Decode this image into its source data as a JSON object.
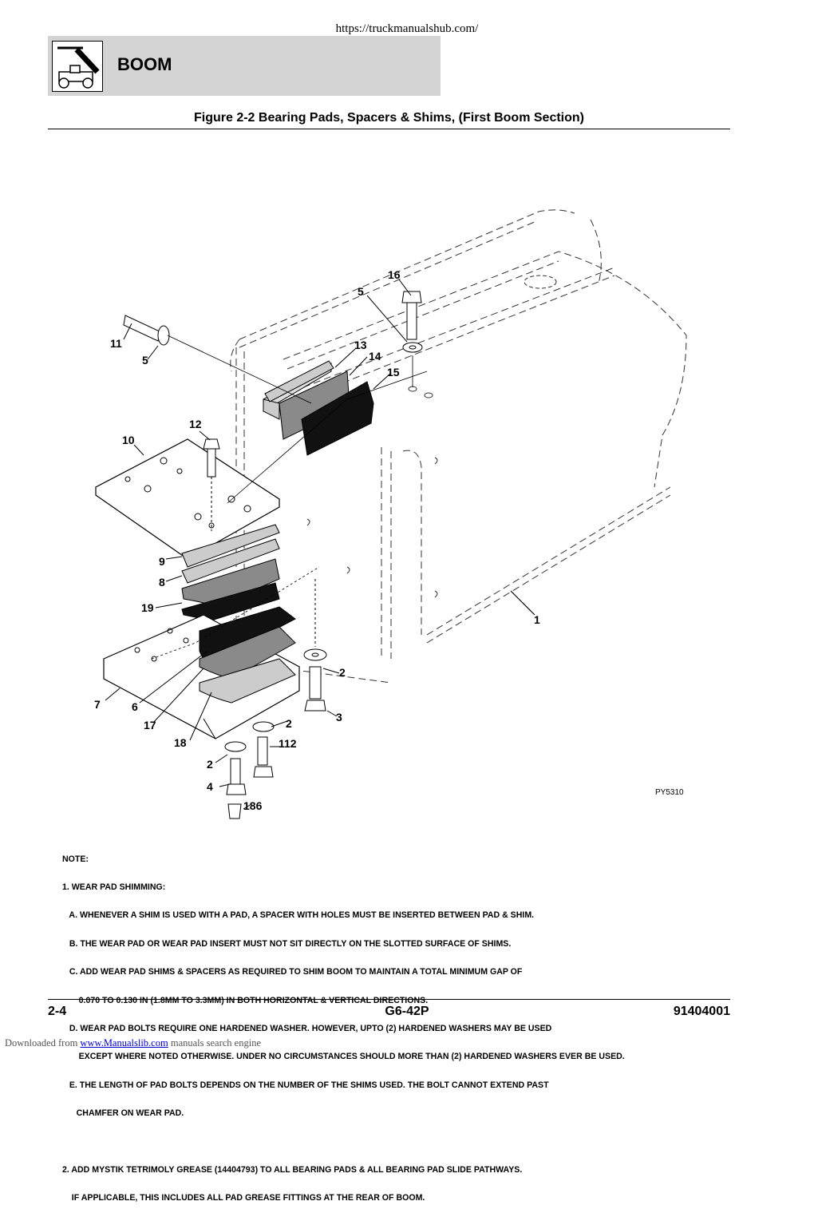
{
  "url": "https://truckmanualshub.com/",
  "header": {
    "icon": "telehandler-boom-icon",
    "title": "BOOM"
  },
  "figure": {
    "title": "Figure 2-2 Bearing Pads, Spacers & Shims, (First Boom Section)",
    "code": "PY5310",
    "callouts": [
      "16",
      "5",
      "11",
      "5",
      "13",
      "14",
      "15",
      "12",
      "10",
      "9",
      "8",
      "19",
      "1",
      "2",
      "3",
      "7",
      "6",
      "17",
      "2",
      "18",
      "112",
      "2",
      "4",
      "186"
    ]
  },
  "notes": [
    "NOTE:",
    "1. WEAR PAD SHIMMING:",
    "   A. WHENEVER A SHIM IS USED WITH A PAD, A SPACER WITH HOLES MUST BE INSERTED BETWEEN PAD & SHIM.",
    "   B. THE WEAR PAD OR WEAR PAD INSERT MUST NOT SIT DIRECTLY ON THE SLOTTED SURFACE OF SHIMS.",
    "   C. ADD WEAR PAD SHIMS & SPACERS AS REQUIRED TO SHIM BOOM TO MAINTAIN A TOTAL MINIMUM GAP OF",
    "       0.070 TO 0.130 IN (1.8MM TO 3.3MM) IN BOTH HORIZONTAL & VERTICAL DIRECTIONS.",
    "   D. WEAR PAD BOLTS REQUIRE ONE HARDENED WASHER. HOWEVER, UPTO (2) HARDENED WASHERS MAY BE USED",
    "       EXCEPT WHERE NOTED OTHERWISE. UNDER NO CIRCUMSTANCES SHOULD MORE THAN (2) HARDENED WASHERS EVER BE USED.",
    "   E. THE LENGTH OF PAD BOLTS DEPENDS ON THE NUMBER OF THE SHIMS USED. THE BOLT CANNOT EXTEND PAST",
    "      CHAMFER ON WEAR PAD.",
    "",
    "2. ADD MYSTIK TETRIMOLY GREASE (14404793) TO ALL BEARING PADS & ALL BEARING PAD SLIDE PATHWAYS.",
    "    IF APPLICABLE, THIS INCLUDES ALL PAD GREASE FITTINGS AT THE REAR OF BOOM."
  ],
  "footer": {
    "page": "2-4",
    "model": "G6-42P",
    "doc_number": "91404001"
  },
  "download": {
    "prefix": "Downloaded from ",
    "link_text": "www.Manualslib.com",
    "suffix": "  manuals search engine"
  }
}
